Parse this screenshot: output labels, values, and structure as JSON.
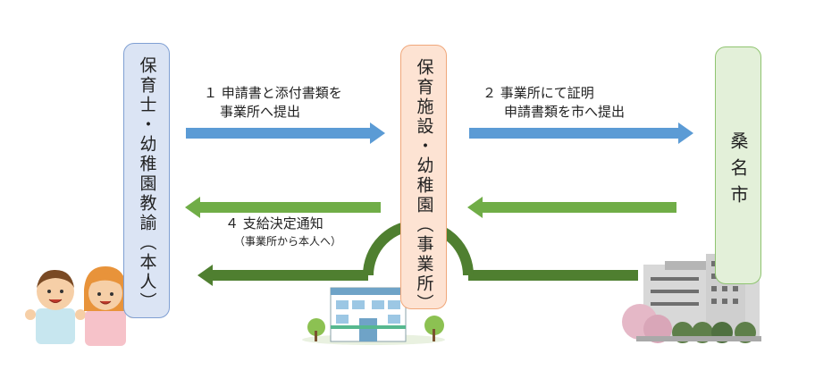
{
  "boxes": {
    "worker": "保育士・幼稚園教諭（本人）",
    "facility": "保育施設・幼稚園（事業所）",
    "city": "桑名市"
  },
  "steps": {
    "step1_line1": "１ 申請書と添付書類を",
    "step1_line2": "事業所へ提出",
    "step2_line1": "２ 事業所にて証明",
    "step2_line2": "申請書類を市へ提出",
    "step4_line1": "４ 支給決定通知",
    "step4_line2": "（事業所から本人へ）"
  },
  "colors": {
    "blue_arrow": "#5b9bd5",
    "light_green_arrow": "#70ad47",
    "dark_green_arrow": "#4f7f30"
  }
}
